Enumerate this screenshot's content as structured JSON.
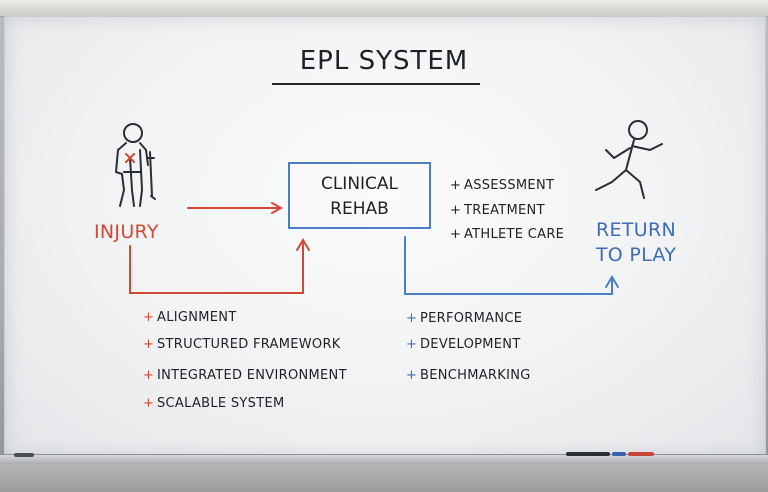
{
  "title": "EPL SYSTEM",
  "injury_label": "INJURY",
  "rehab_box": {
    "line1": "CLINICAL",
    "line2": "REHAB"
  },
  "return_label": {
    "line1": "RETURN",
    "line2": "TO PLAY"
  },
  "rehab_bullets": [
    "ASSESSMENT",
    "TREATMENT",
    "ATHLETE CARE"
  ],
  "left_bullets": [
    "ALIGNMENT",
    "STRUCTURED FRAMEWORK",
    "INTEGRATED ENVIRONMENT",
    "SCALABLE SYSTEM"
  ],
  "right_bullets": [
    "PERFORMANCE",
    "DEVELOPMENT",
    "BENCHMARKING"
  ],
  "bullet_symbol": "+",
  "icons": [
    "injured-person-icon",
    "running-person-icon"
  ],
  "colors": {
    "red_marker": "#cf4a36",
    "blue_marker": "#3e6db5",
    "black_marker": "#1e2126"
  }
}
